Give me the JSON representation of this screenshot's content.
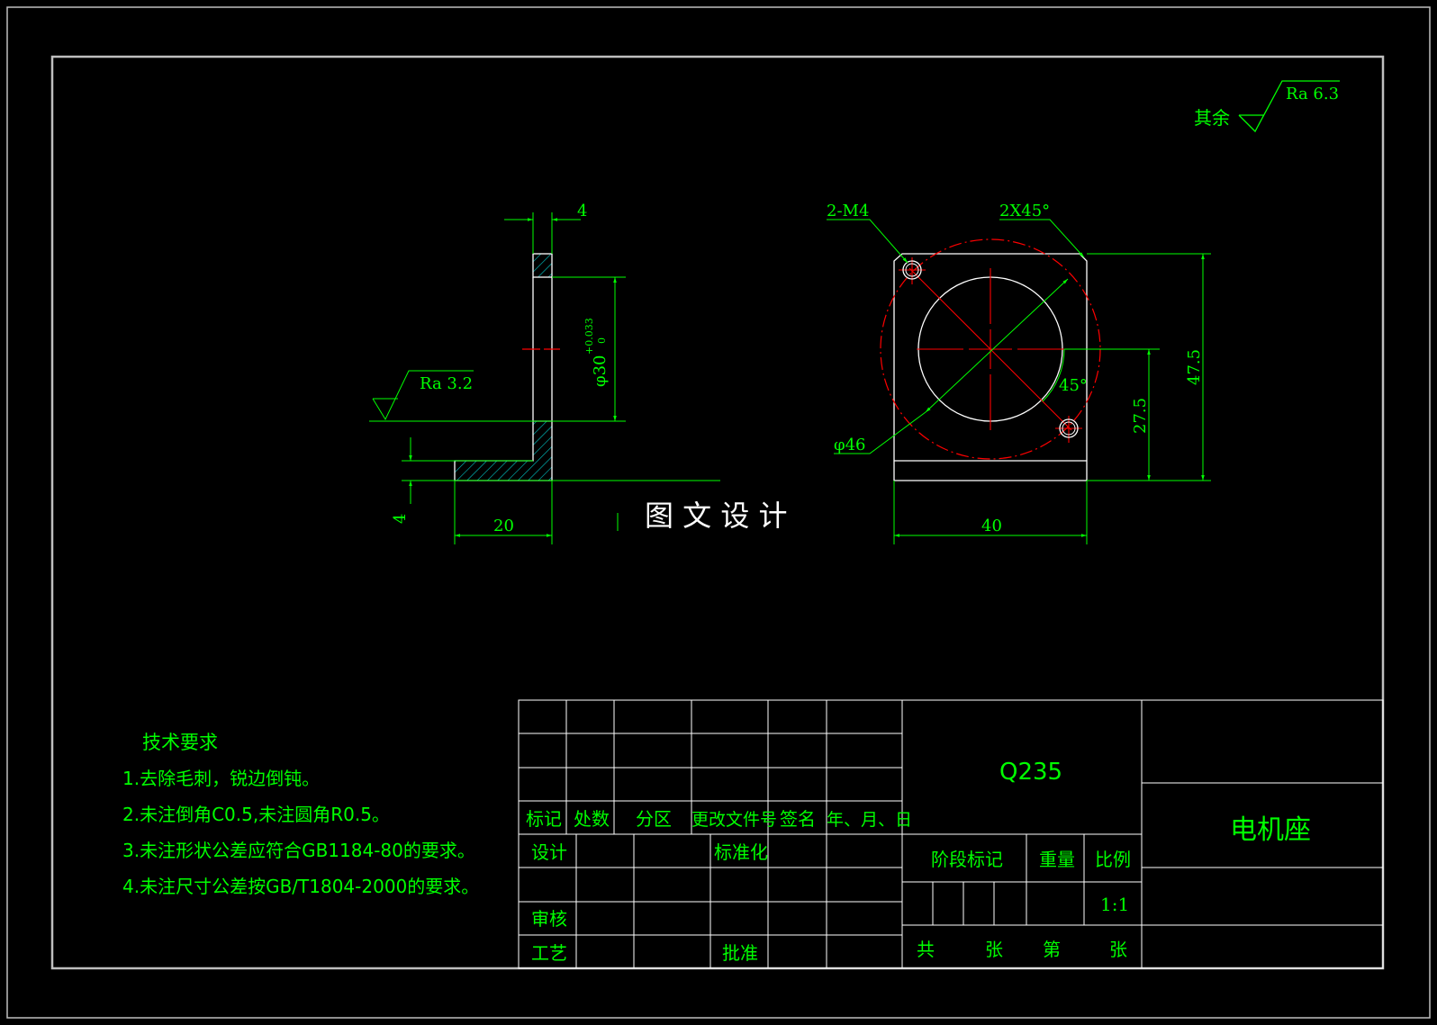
{
  "colors": {
    "background": "#000000",
    "annotation": "#00ff00",
    "geometry": "#ffffff",
    "centerline": "#ff0000",
    "hatch": "#00c8c8",
    "frame": "#bfbfbf"
  },
  "roughness_other": {
    "label": "其余",
    "value": "Ra 6.3"
  },
  "side_view": {
    "roughness": "Ra 3.2",
    "dim_top_thickness": "4",
    "dim_bottom_thickness": "4",
    "dim_width": "20",
    "dim_bore": "φ30",
    "bore_tol_upper": "+0.033",
    "bore_tol_lower": "0"
  },
  "front_view": {
    "thread_label": "2-M4",
    "chamfer_label": "2X45°",
    "pcd_label": "φ46",
    "angle_label": "45°",
    "height_center": "27.5",
    "height_total": "47.5",
    "width": "40"
  },
  "watermark": "图 文 设 计",
  "tech_requirements": {
    "title": "技术要求",
    "items": [
      "1.去除毛刺，锐边倒钝。",
      "2.未注倒角C0.5,未注圆角R0.5。",
      "3.未注形状公差应符合GB1184-80的要求。",
      "4.未注尺寸公差按GB/T1804-2000的要求。"
    ]
  },
  "title_block": {
    "rev_headers": [
      "标记",
      "处数",
      "分区",
      "更改文件号",
      "签名",
      "年、月、日"
    ],
    "design": "设计",
    "standardize": "标准化",
    "review": "审核",
    "process": "工艺",
    "approve": "批准",
    "material": "Q235",
    "stage_mark": "阶段标记",
    "weight": "重量",
    "scale_label": "比例",
    "scale_value": "1:1",
    "total": "共",
    "sheets": "张",
    "sheet_no": "第",
    "sheets2": "张",
    "part_name": "电机座"
  }
}
